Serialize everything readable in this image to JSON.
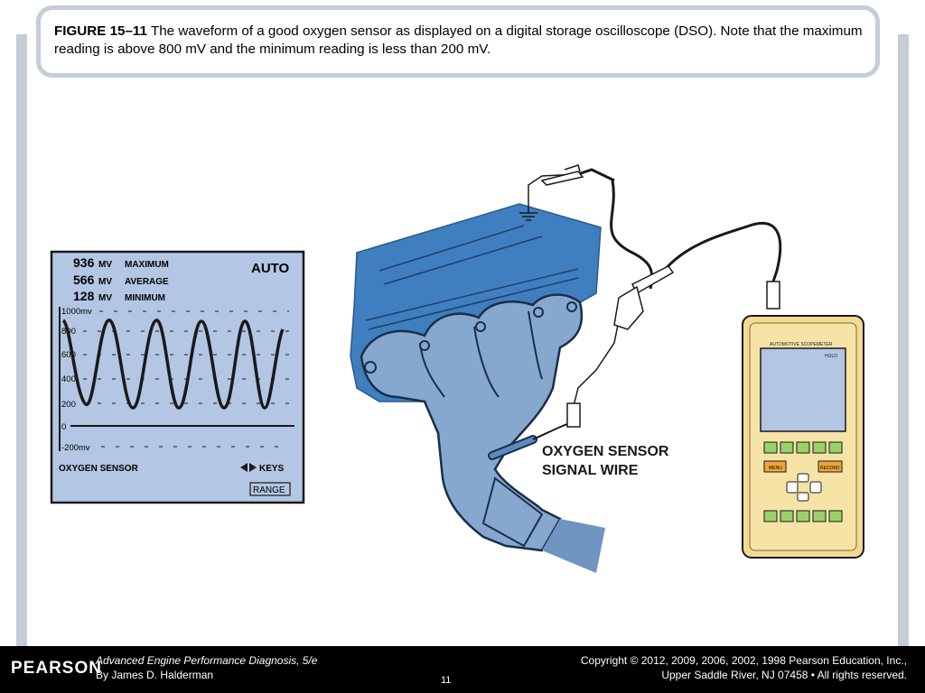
{
  "caption": {
    "label": "FIGURE 15–11",
    "text": " The waveform of a good oxygen sensor as displayed on a digital storage oscilloscope (DSO). Note that the maximum reading is above 800 mV and the minimum reading is less than 200 mV."
  },
  "scope": {
    "max_value": "936",
    "max_unit": "MV",
    "max_label": "MAXIMUM",
    "avg_value": "566",
    "avg_unit": "MV",
    "avg_label": "AVERAGE",
    "min_value": "128",
    "min_unit": "MV",
    "min_label": "MINIMUM",
    "mode": "AUTO",
    "y_labels": [
      "1000mv",
      "800",
      "600",
      "400",
      "200",
      "0",
      "-200mv"
    ],
    "sensor_label": "OXYGEN SENSOR",
    "keys_label": "KEYS",
    "range_label": "RANGE"
  },
  "callout": {
    "line1": "OXYGEN SENSOR",
    "line2": "SIGNAL WIRE"
  },
  "meter": {
    "title": "AUTOMOTIVE SCOPEMETER",
    "hold": "HOLD",
    "menu": "MENU",
    "record": "RECORD"
  },
  "footer": {
    "logo": "PEARSON",
    "book_title": "Advanced Engine Performance Diagnosis, 5/e",
    "author": "By James D. Halderman",
    "copyright1": "Copyright © 2012, 2009, 2006, 2002, 1998 Pearson Education, Inc.,",
    "copyright2": "Upper Saddle River, NJ 07458 • All rights reserved.",
    "page": "11"
  },
  "colors": {
    "scope_bg": "#b3c6e3",
    "engine_blue": "#3f7fbf",
    "manifold": "#86a8cf",
    "meter_body": "#f3da8f",
    "frame": "#c5cdd6"
  }
}
